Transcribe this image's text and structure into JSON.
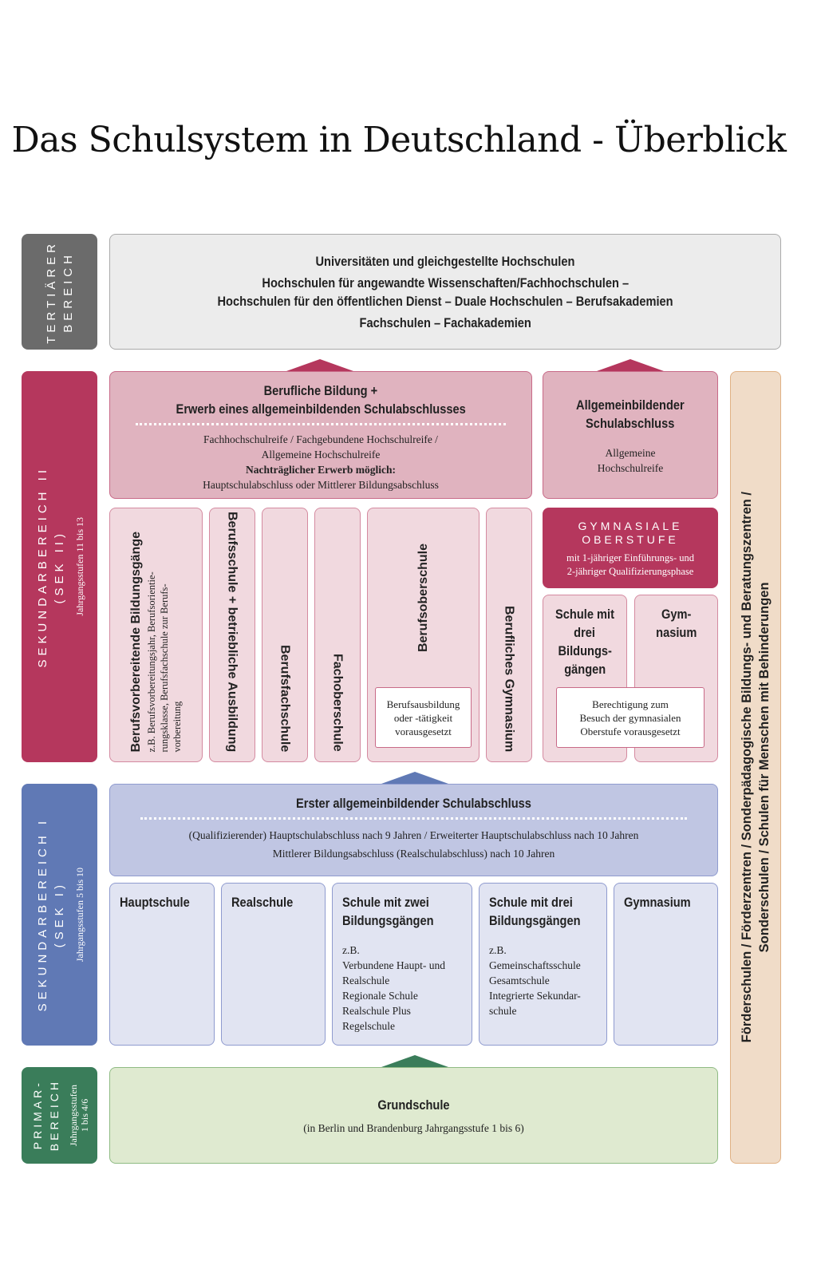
{
  "title": "Das Schulsystem in Deutschland - Überblick",
  "colors": {
    "tertiary": "#6b6b6b",
    "sek2": "#b5375d",
    "sek1": "#6079b5",
    "primar": "#3a7d5a",
    "foerder": "#f0dcc8"
  },
  "labels": {
    "tertiaer": {
      "line1": "TERTIÄRER",
      "line2": "BEREICH"
    },
    "sek2": {
      "line1": "SEKUNDARBEREICH II",
      "line2": "(SEK II)",
      "sub": "Jahrgangsstufen 11 bis 13"
    },
    "sek1": {
      "line1": "SEKUNDARBEREICH I",
      "line2": "(SEK I)",
      "sub": "Jahrgangsstufen 5 bis 10"
    },
    "primar": {
      "line1": "PRIMAR-",
      "line2": "BEREICH",
      "sub1": "Jahrgangsstufen",
      "sub2": "1 bis 4/6"
    }
  },
  "tertiary": {
    "l1": "Universitäten und gleichgestellte Hochschulen",
    "l2": "Hochschulen für angewandte Wissenschaften/Fachhochschulen –",
    "l3": "Hochschulen für den öffentlichen Dienst – Duale Hochschulen – Berufsakademien",
    "l4": "Fachschulen – Fachakademien"
  },
  "sek2": {
    "berufl": {
      "h1": "Berufliche Bildung +",
      "h2": "Erwerb eines allgemeinbildenden Schulabschlusses",
      "t1": "Fachhochschulreife / Fachgebundene Hochschulreife /",
      "t2": "Allgemeine Hochschulreife",
      "b": "Nachträglicher Erwerb möglich:",
      "t3": "Hauptschulabschluss oder Mittlerer Bildungsabschluss"
    },
    "allg": {
      "h1": "Allgemeinbildender",
      "h2": "Schulabschluss",
      "t1": "Allgemeine",
      "t2": "Hochschulreife"
    },
    "schools": [
      {
        "name": "Berufsvorbereitende Bildungsgänge",
        "desc1": "z.B. Berufsvorbereitungsjahr, Berufsorientie-",
        "desc2": "rungsklasse, Berufsfachschule zur Berufs-",
        "desc3": "vorbereitung"
      },
      {
        "name": "Berufsschule + betriebliche Ausbildung"
      },
      {
        "name": "Berufsfachschule"
      },
      {
        "name": "Fachoberschule"
      },
      {
        "name": "Berufsoberschule",
        "note1": "Berufsausbildung",
        "note2": "oder -tätigkeit",
        "note3": "vorausgesetzt"
      },
      {
        "name": "Berufliches Gymnasium"
      }
    ],
    "gymo": {
      "h1": "GYMNASIALE",
      "h2": "OBERSTUFE",
      "t1": "mit 1-jähriger Einführungs- und",
      "t2": "2-jähriger Qualifizierungsphase"
    },
    "drei": {
      "l1": "Schule mit",
      "l2": "drei",
      "l3": "Bildungs-",
      "l4": "gängen"
    },
    "gym": {
      "l1": "Gym-",
      "l2": "nasium"
    },
    "note": {
      "l1": "Berechtigung zum",
      "l2": "Besuch der gymnasialen",
      "l3": "Oberstufe vorausgesetzt"
    }
  },
  "foerder": {
    "l1": "Förderschulen / Förderzentren / Sonderpädagogische Bildungs- und Beratungszentren /",
    "l2": "Sonderschulen / Schulen für Menschen mit Behinderungen"
  },
  "sek1": {
    "top": {
      "h": "Erster allgemeinbildender Schulabschluss",
      "t1": "(Qualifizierender) Hauptschulabschluss nach 9 Jahren / Erweiterter Hauptschulabschluss nach 10 Jahren",
      "t2": "Mittlerer Bildungsabschluss (Realschulabschluss) nach 10 Jahren"
    },
    "schools": [
      {
        "h1": "Hauptschule",
        "items": []
      },
      {
        "h1": "Realschule",
        "items": []
      },
      {
        "h1": "Schule mit zwei",
        "h2": "Bildungsgängen",
        "items": [
          "z.B.",
          "Verbundene Haupt- und",
          "Realschule",
          "Regionale Schule",
          "Realschule Plus",
          "Regelschule"
        ]
      },
      {
        "h1": "Schule mit drei",
        "h2": "Bildungsgängen",
        "items": [
          "z.B.",
          "Gemeinschaftsschule",
          "Gesamtschule",
          "Integrierte Sekundar-",
          "schule"
        ]
      },
      {
        "h1": "Gymnasium",
        "items": []
      }
    ]
  },
  "primar": {
    "h": "Grundschule",
    "t": "(in Berlin und Brandenburg Jahrgangsstufe 1 bis 6)"
  }
}
